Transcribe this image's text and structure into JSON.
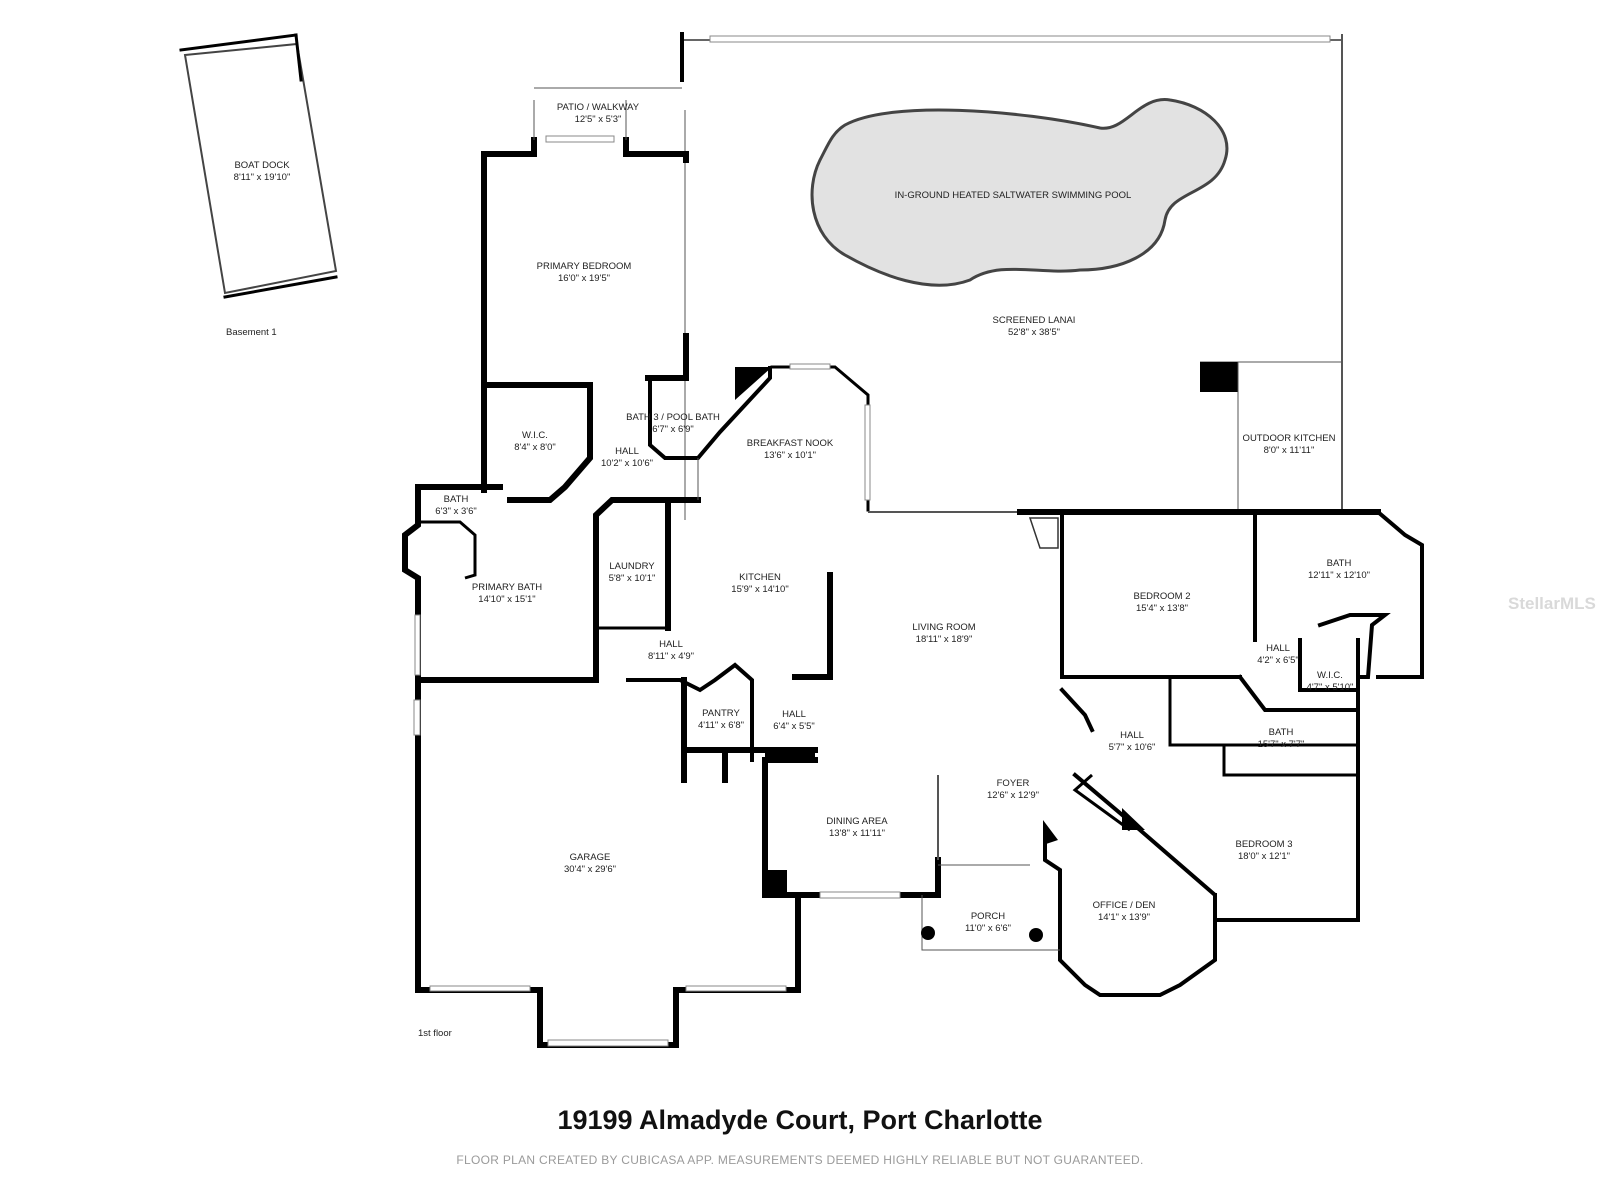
{
  "floors": [
    {
      "label": "Basement 1"
    },
    {
      "label": "1st floor"
    }
  ],
  "rooms": [
    {
      "name": "BOAT DOCK",
      "dims": "8'11\" x 19'10\""
    },
    {
      "name": "PATIO / WALKWAY",
      "dims": "12'5\" x 5'3\""
    },
    {
      "name": "PRIMARY BEDROOM",
      "dims": "16'0\" x 19'5\""
    },
    {
      "name": "IN-GROUND HEATED SALTWATER SWIMMING POOL",
      "dims": ""
    },
    {
      "name": "SCREENED LANAI",
      "dims": "52'8\" x 38'5\""
    },
    {
      "name": "W.I.C.",
      "dims": "8'4\" x 8'0\""
    },
    {
      "name": "BATH 3 / POOL BATH",
      "dims": "6'7\" x 6'9\""
    },
    {
      "name": "HALL",
      "dims": "10'2\" x 10'6\""
    },
    {
      "name": "BREAKFAST NOOK",
      "dims": "13'6\" x 10'1\""
    },
    {
      "name": "OUTDOOR KITCHEN",
      "dims": "8'0\" x 11'11\""
    },
    {
      "name": "BATH",
      "dims": "6'3\" x 3'6\""
    },
    {
      "name": "PRIMARY BATH",
      "dims": "14'10\" x 15'1\""
    },
    {
      "name": "LAUNDRY",
      "dims": "5'8\" x 10'1\""
    },
    {
      "name": "KITCHEN",
      "dims": "15'9\" x 14'10\""
    },
    {
      "name": "HALL",
      "dims": "8'11\" x 4'9\""
    },
    {
      "name": "LIVING ROOM",
      "dims": "18'11\" x 18'9\""
    },
    {
      "name": "BEDROOM 2",
      "dims": "15'4\" x 13'8\""
    },
    {
      "name": "BATH",
      "dims": "12'11\" x 12'10\""
    },
    {
      "name": "HALL",
      "dims": "4'2\" x 6'5\""
    },
    {
      "name": "W.I.C.",
      "dims": "4'7\" x 5'10\""
    },
    {
      "name": "PANTRY",
      "dims": "4'11\" x 6'8\""
    },
    {
      "name": "HALL",
      "dims": "6'4\" x 5'5\""
    },
    {
      "name": "HALL",
      "dims": "5'7\" x 10'6\""
    },
    {
      "name": "BATH",
      "dims": "15'7\" x 7'7\""
    },
    {
      "name": "FOYER",
      "dims": "12'6\" x 12'9\""
    },
    {
      "name": "GARAGE",
      "dims": "30'4\" x 29'6\""
    },
    {
      "name": "DINING AREA",
      "dims": "13'8\" x 11'11\""
    },
    {
      "name": "BEDROOM 3",
      "dims": "18'0\" x 12'1\""
    },
    {
      "name": "PORCH",
      "dims": "11'0\" x 6'6\""
    },
    {
      "name": "OFFICE / DEN",
      "dims": "14'1\" x 13'9\""
    }
  ],
  "footer": {
    "address": "19199 Almadyde Court, Port Charlotte",
    "disclaimer": "FLOOR PLAN CREATED BY CUBICASA APP. MEASUREMENTS DEEMED HIGHLY RELIABLE BUT NOT GUARANTEED."
  },
  "watermark": "StellarMLS",
  "colors": {
    "wall": "#000000",
    "pool": "#e2e2e2",
    "background": "#ffffff"
  }
}
